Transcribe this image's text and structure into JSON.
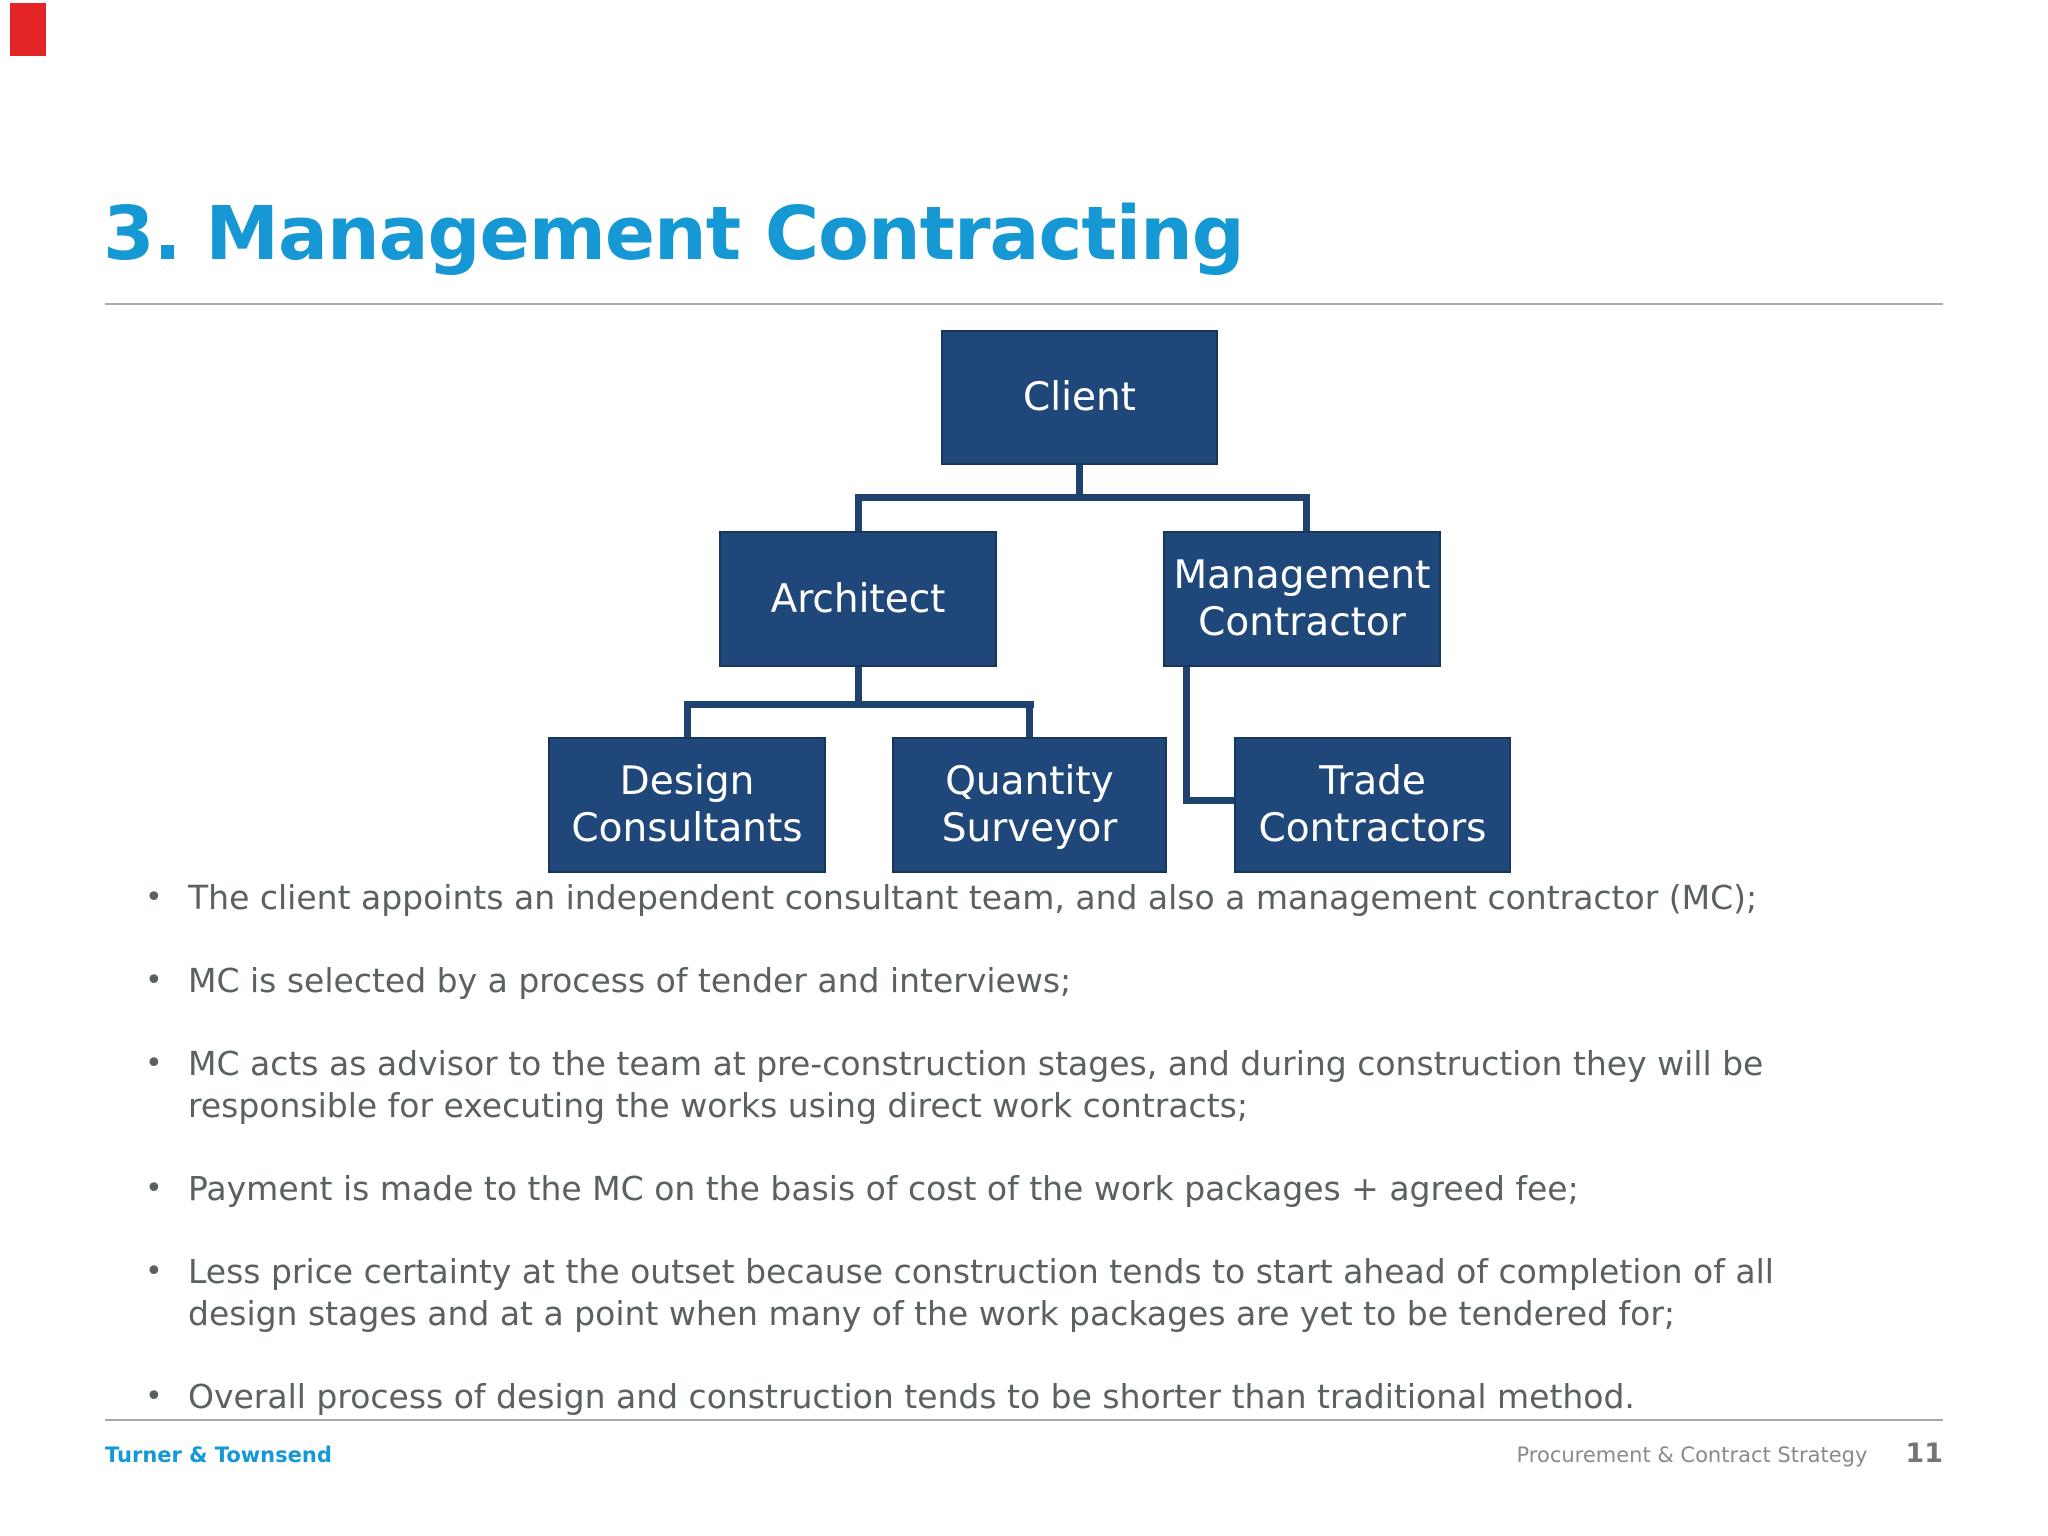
{
  "slide": {
    "title": "3. Management Contracting"
  },
  "diagram": {
    "nodes": [
      {
        "id": "client",
        "label": "Client",
        "lines": [
          "Client"
        ]
      },
      {
        "id": "architect",
        "label": "Architect",
        "lines": [
          "Architect"
        ]
      },
      {
        "id": "management-contractor",
        "label": "Management Contractor",
        "lines": [
          "Management",
          "Contractor"
        ]
      },
      {
        "id": "design-consultants",
        "label": "Design Consultants",
        "lines": [
          "Design",
          "Consultants"
        ]
      },
      {
        "id": "quantity-surveyor",
        "label": "Quantity Surveyor",
        "lines": [
          "Quantity",
          "Surveyor"
        ]
      },
      {
        "id": "trade-contractors",
        "label": "Trade Contractors",
        "lines": [
          "Trade",
          "Contractors"
        ]
      }
    ],
    "edges": [
      "Client-Architect",
      "Client-Management Contractor",
      "Architect-Design Consultants",
      "Architect-Quantity Surveyor",
      "Management Contractor-Trade Contractors"
    ]
  },
  "bullets": [
    {
      "lines": [
        "The client appoints an independent consultant team, and also a management contractor (MC);"
      ]
    },
    {
      "lines": [
        "MC is selected by a process of tender and interviews;"
      ]
    },
    {
      "lines": [
        "MC acts as advisor to the team at pre-construction stages, and during construction they will be",
        "responsible for executing the works using direct work contracts;"
      ]
    },
    {
      "lines": [
        "Payment is made to the MC on the basis of cost of the work packages + agreed fee;"
      ]
    },
    {
      "lines": [
        "Less price certainty at the outset because construction tends to start ahead of completion of all",
        "design stages and at a point when many of the work packages are yet to be tendered for;"
      ]
    },
    {
      "lines": [
        "Overall process of design and construction tends to be shorter than traditional method."
      ]
    }
  ],
  "footer": {
    "brand": "Turner & Townsend",
    "section": "Procurement & Contract Strategy",
    "page": "11"
  },
  "colors": {
    "accent_blue": "#1598d4",
    "node_fill": "#20477a",
    "node_border": "#16365c",
    "connector": "#1f436e",
    "body_text": "#596163",
    "rule": "#a9a9a9",
    "footer_gray": "#8a8a8a",
    "page_gray": "#757575",
    "red_mark": "#e42528"
  }
}
